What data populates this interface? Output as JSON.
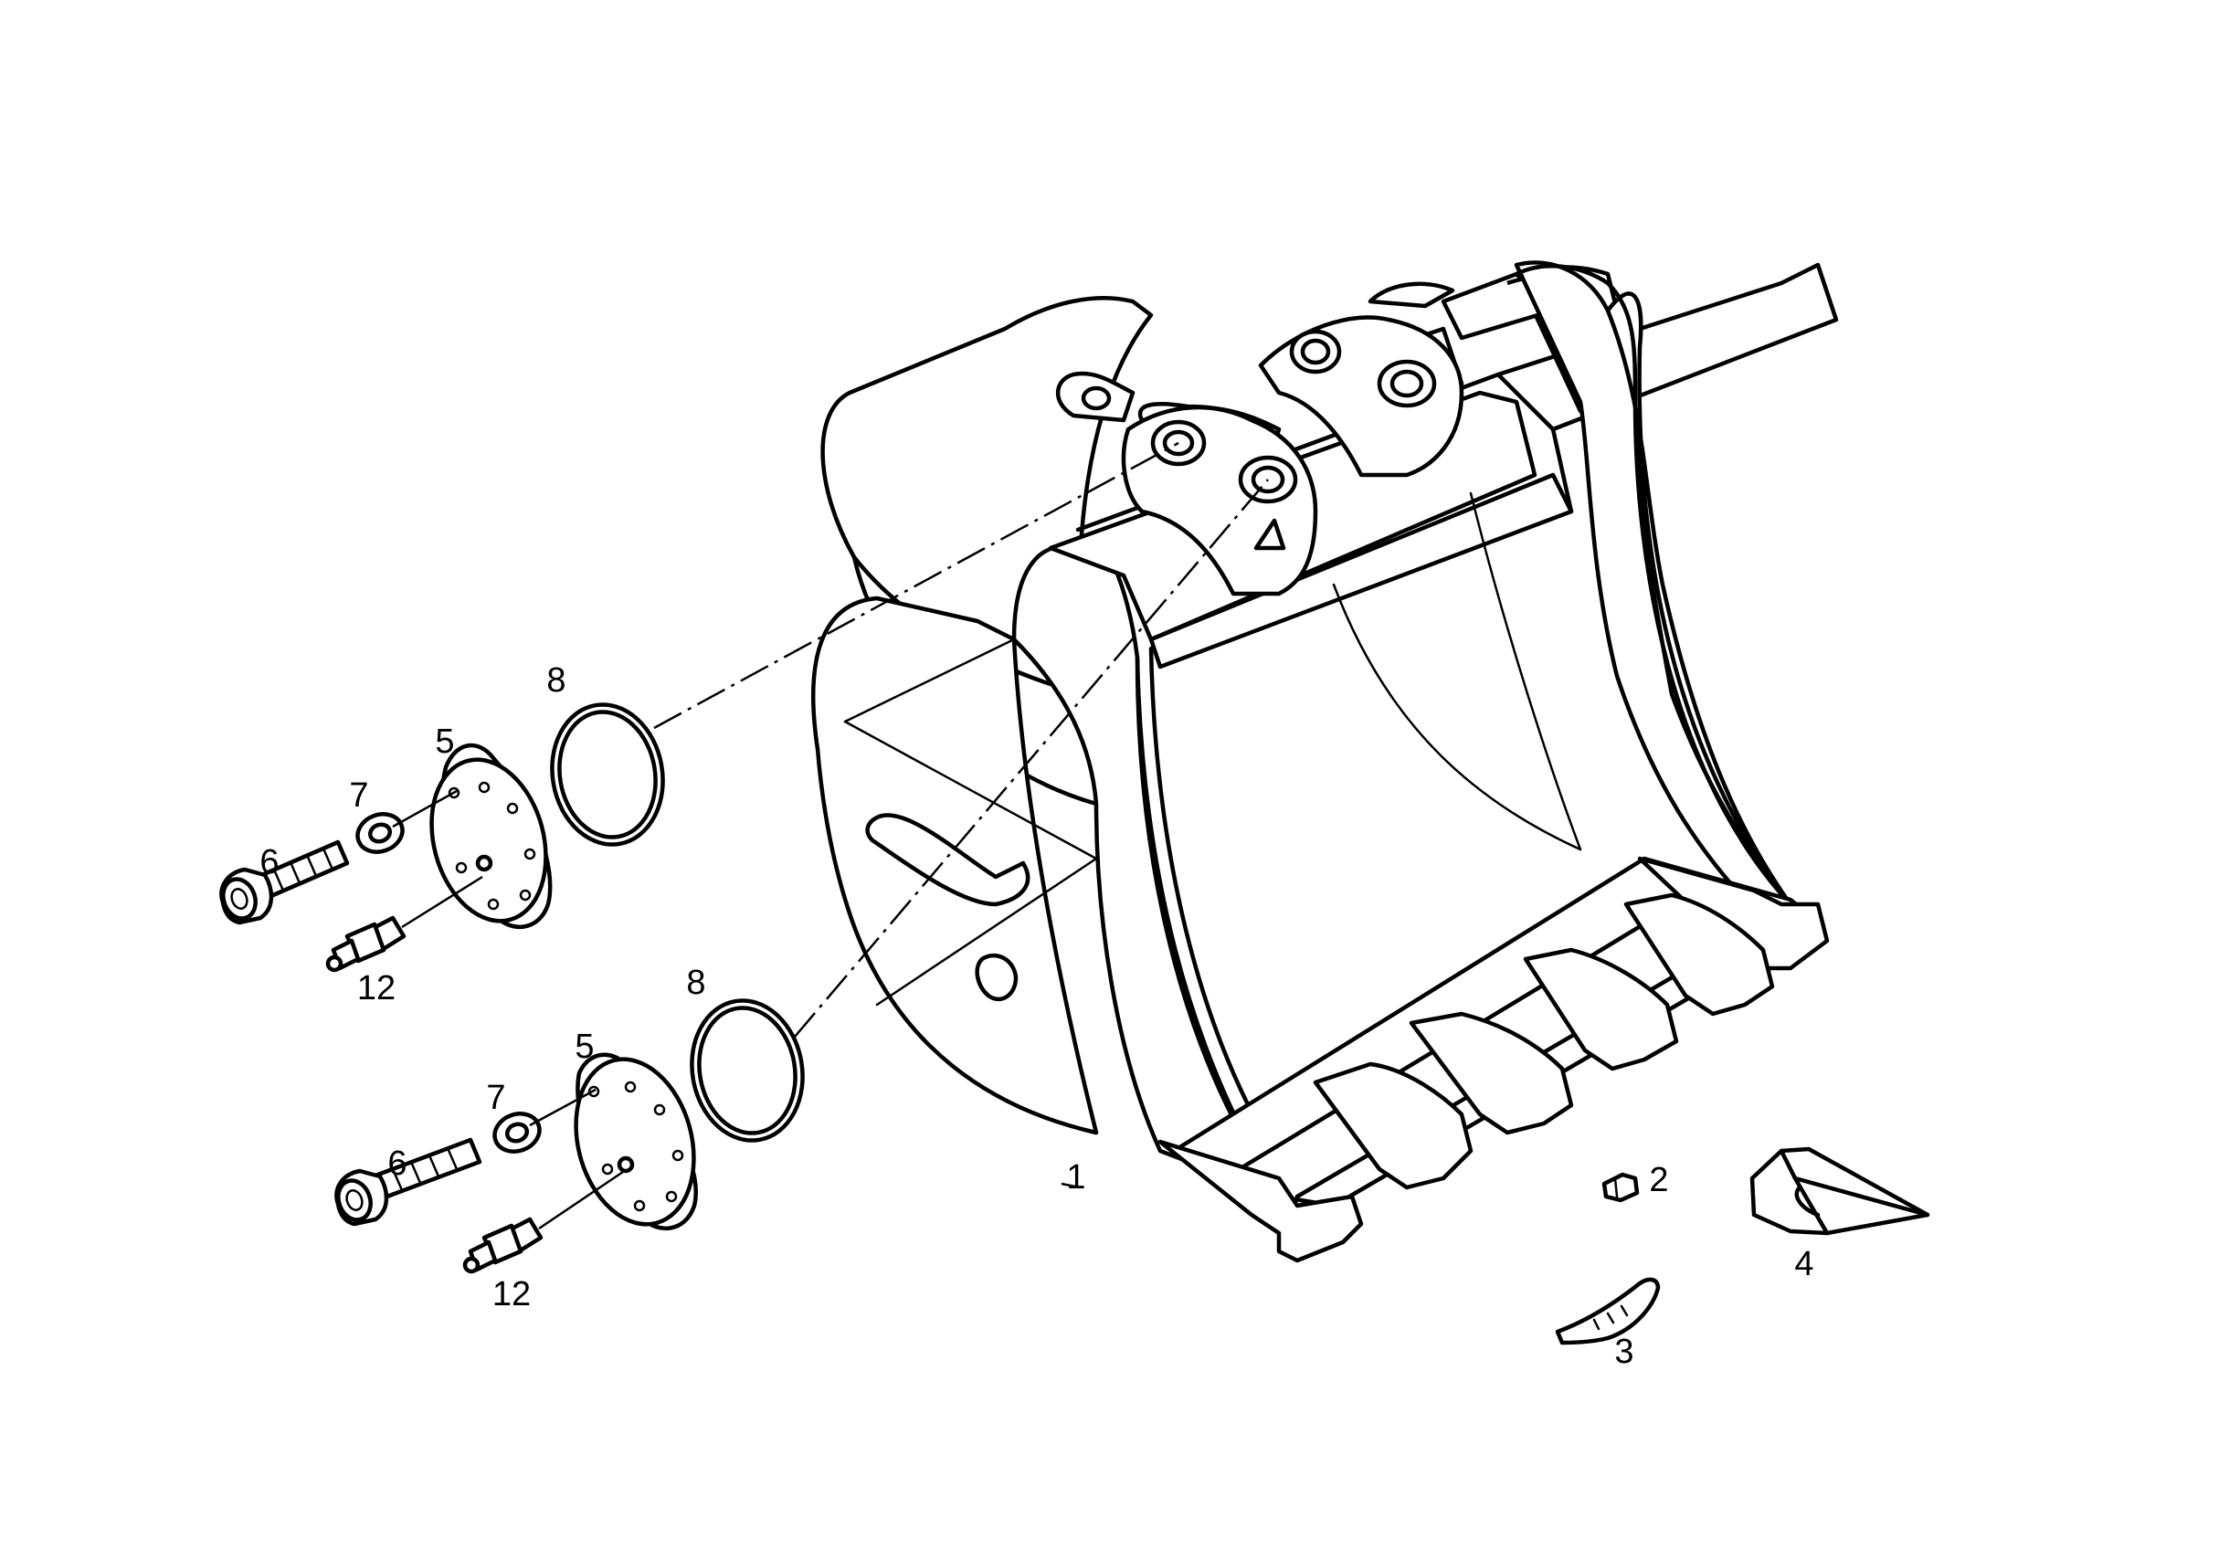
{
  "callouts": {
    "c1": "1",
    "c2": "2",
    "c3": "3",
    "c4": "4",
    "c5_upper": "5",
    "c5_lower": "5",
    "c6_upper": "6",
    "c6_lower": "6",
    "c7_upper": "7",
    "c7_lower": "7",
    "c8_upper": "8",
    "c8_lower": "8",
    "c12_upper": "12",
    "c12_lower": "12"
  }
}
